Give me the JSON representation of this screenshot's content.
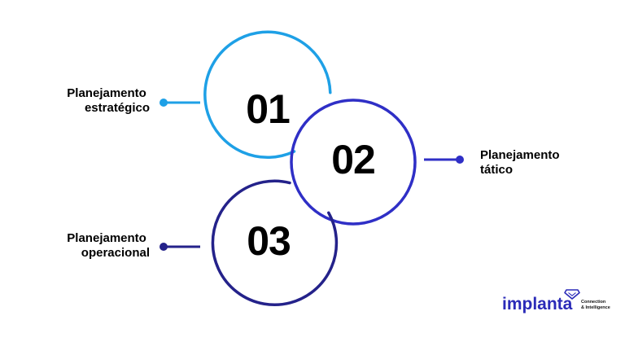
{
  "steps": [
    {
      "number": "01",
      "label_lines": [
        "Planejamento",
        "estratégico"
      ],
      "color": "#1ea0e6"
    },
    {
      "number": "02",
      "label_lines": [
        "Planejamento",
        "tático"
      ],
      "color": "#2f2fc6"
    },
    {
      "number": "03",
      "label_lines": [
        "Planejamento",
        "operacional"
      ],
      "color": "#24228a"
    }
  ],
  "logo": {
    "wordmark": "implanta",
    "tagline_lines": [
      "Connection",
      "& Intelligence"
    ],
    "color": "#2b2bb8",
    "icon": "diamond-heart-icon"
  }
}
